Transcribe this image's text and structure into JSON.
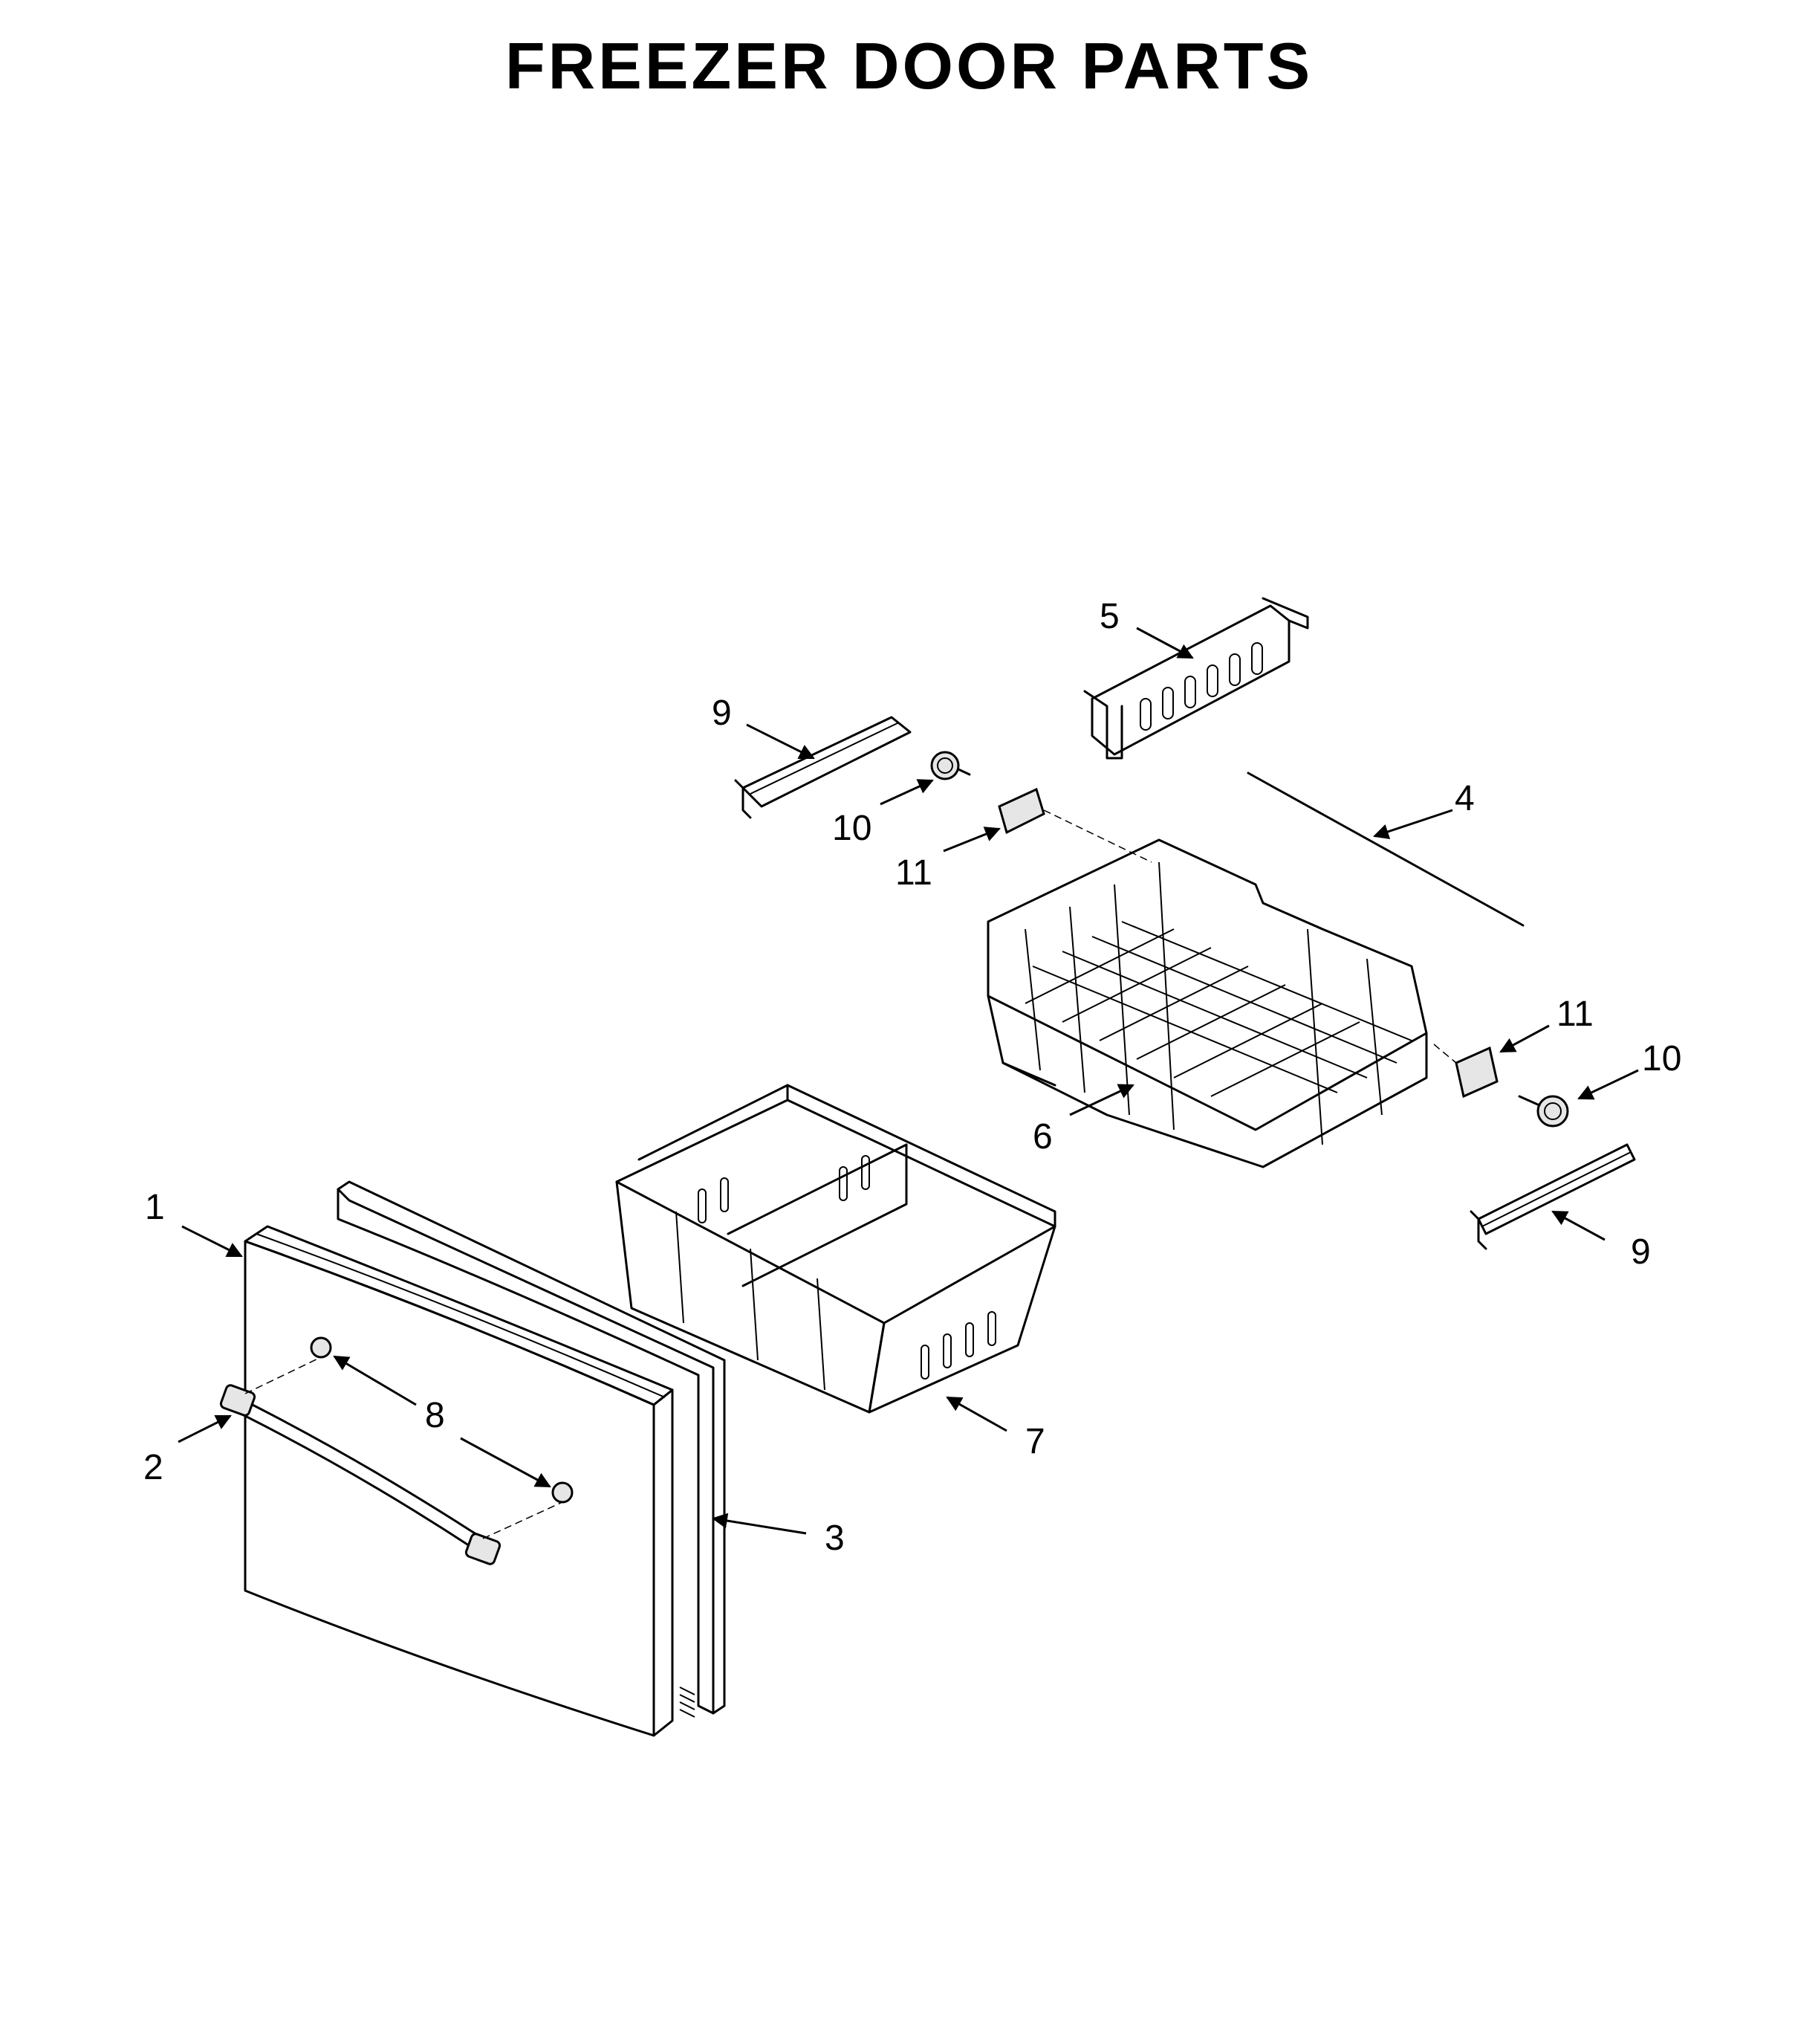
{
  "title": "FREEZER DOOR PARTS",
  "callouts": {
    "c1": "1",
    "c2": "2",
    "c3": "3",
    "c4": "4",
    "c5": "5",
    "c6": "6",
    "c7": "7",
    "c8": "8",
    "c9a": "9",
    "c9b": "9",
    "c10a": "10",
    "c10b": "10",
    "c11a": "11",
    "c11b": "11"
  }
}
